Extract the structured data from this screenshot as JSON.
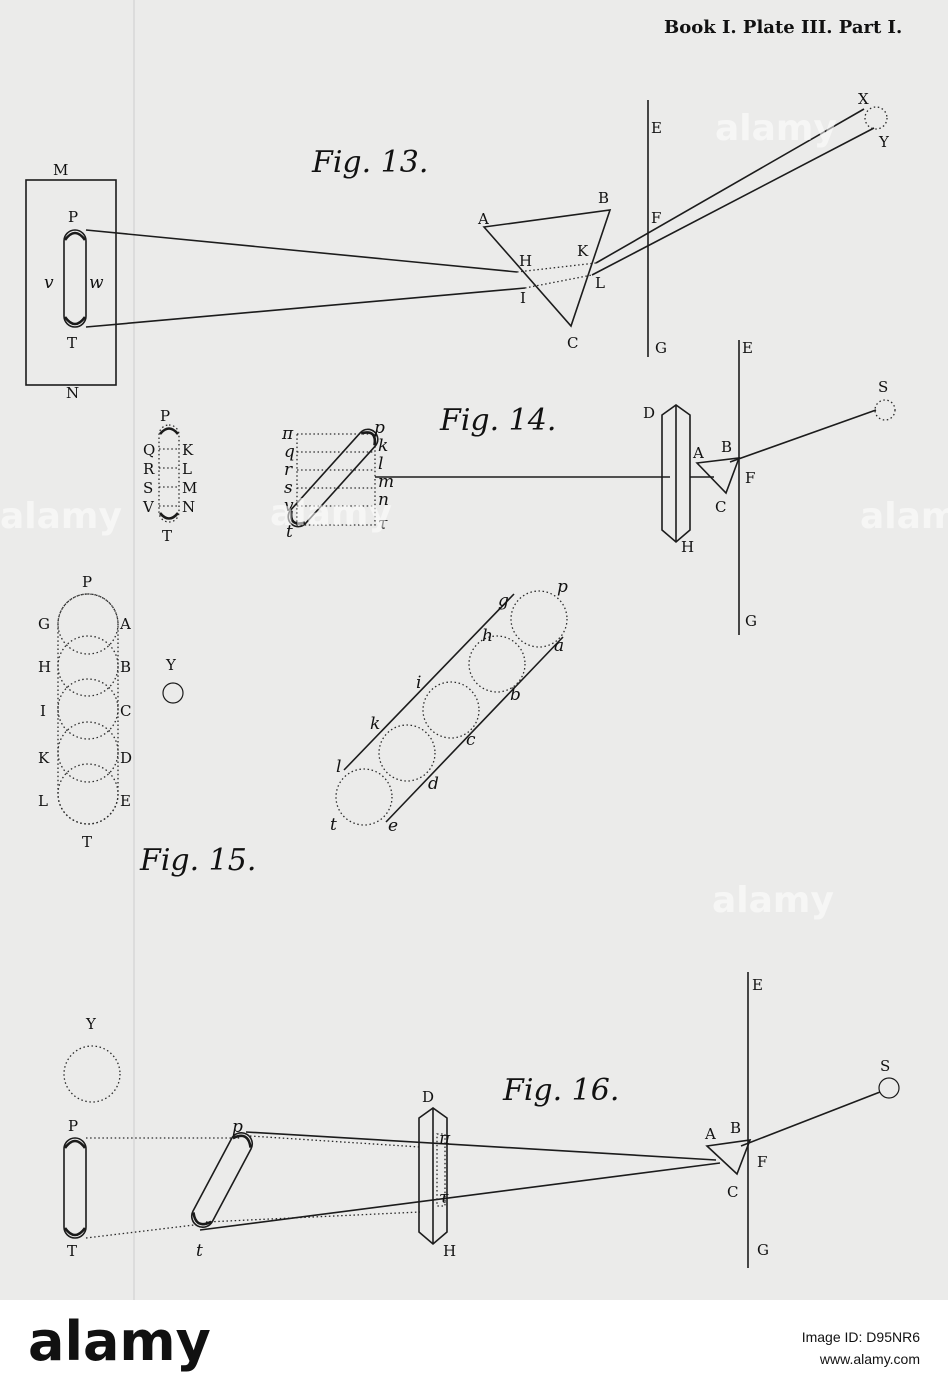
{
  "header": {
    "text": "Book I. Plate III. Part I."
  },
  "figures": {
    "fig13": "Fig. 13.",
    "fig14": "Fig. 14.",
    "fig15": "Fig. 15.",
    "fig16": "Fig. 16."
  },
  "watermark": {
    "text": "alamy"
  },
  "footer": {
    "logo": "alamy",
    "image_id": "Image ID: D95NR6",
    "url": "www.alamy.com"
  },
  "labels": {
    "A": "A",
    "B": "B",
    "C": "C",
    "D": "D",
    "E": "E",
    "F": "F",
    "G": "G",
    "H": "H",
    "I": "I",
    "K": "K",
    "L": "L",
    "M": "M",
    "N": "N",
    "P": "P",
    "Q": "Q",
    "R": "R",
    "S": "S",
    "T": "T",
    "V": "V",
    "X": "X",
    "Y": "Y",
    "a": "a",
    "b": "b",
    "c": "c",
    "d": "d",
    "e": "e",
    "g": "g",
    "h": "h",
    "i": "i",
    "k": "k",
    "l": "l",
    "m": "m",
    "n": "n",
    "p": "p",
    "q": "q",
    "r": "r",
    "s": "s",
    "t": "t",
    "v": "v",
    "w": "w",
    "pi": "π",
    "tau": "τ"
  }
}
